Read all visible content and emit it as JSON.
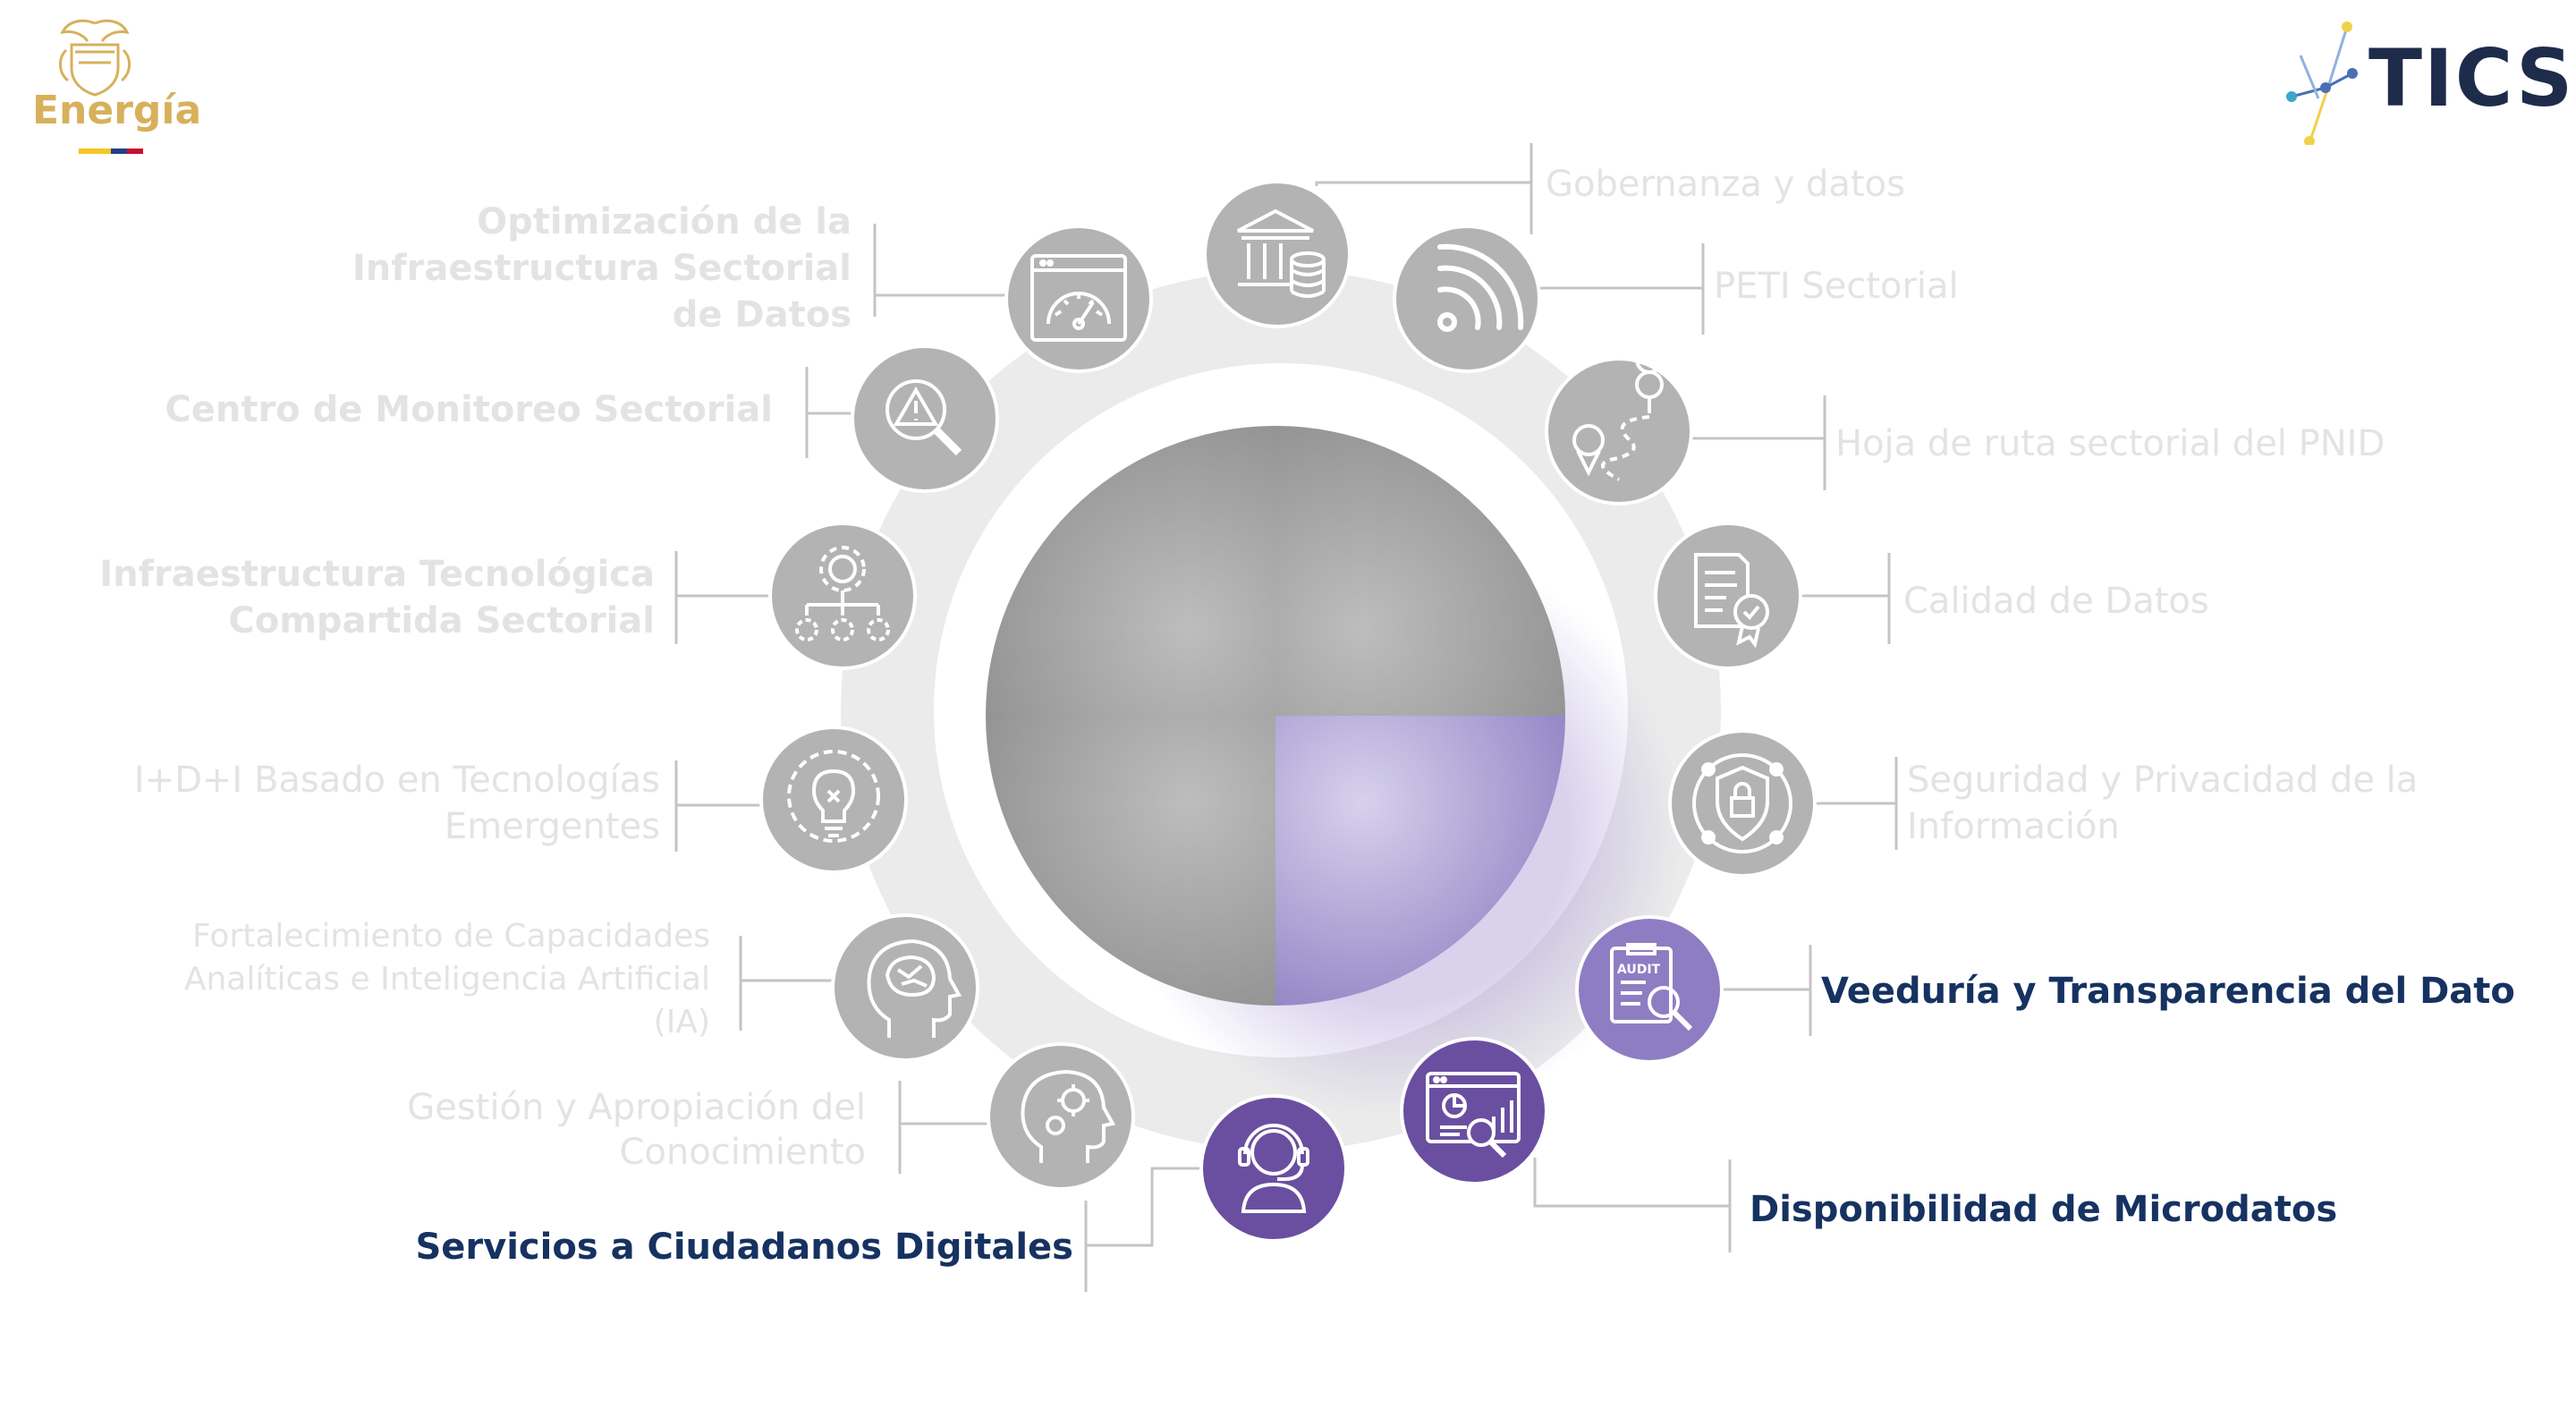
{
  "header": {
    "left_logo_text": "Energía",
    "right_logo_text": "TICS"
  },
  "labels": {
    "gobernanza": "Gobernanza y datos",
    "peti": "PETI Sectorial",
    "hoja_ruta": "Hoja de ruta sectorial del PNID",
    "calidad": "Calidad de Datos",
    "seguridad_1": "Seguridad y Privacidad de la",
    "seguridad_2": "Información",
    "veeduria": "Veeduría y Transparencia del Dato",
    "microdatos": "Disponibilidad de Microdatos",
    "servicios": "Servicios a Ciudadanos Digitales",
    "gestion_1": "Gestión y Apropiación del",
    "gestion_2": "Conocimiento",
    "fortalecimiento_1": "Fortalecimiento de Capacidades",
    "fortalecimiento_2": "Analíticas e Inteligencia Artificial",
    "fortalecimiento_3": "(IA)",
    "idi_1": "I+D+I Basado en Tecnologías",
    "idi_2": "Emergentes",
    "infra_1": "Infraestructura Tecnológica",
    "infra_2": "Compartida Sectorial",
    "monitoreo": "Centro de Monitoreo Sectorial",
    "optim_1": "Optimización de la",
    "optim_2": "Infraestructura Sectorial",
    "optim_3": "de Datos",
    "audit_icon_text": "AUDIT"
  },
  "colors": {
    "ring": "#ebebeb",
    "node_gray": "#b3b3b3",
    "node_purple_light": "#8e7dc3",
    "node_purple": "#6a4fa0",
    "quadrant_active": "#9b8fcc",
    "label_inactive": "#e3e3e3",
    "label_active": "#163261",
    "energia_gold": "#d8b05c",
    "tics_navy": "#1e2b4b"
  },
  "icons": [
    "bank-database-icon",
    "wifi-signal-icon",
    "map-route-icon",
    "certificate-icon",
    "shield-lock-icon",
    "audit-search-icon",
    "analytics-search-icon",
    "headset-user-icon",
    "head-gears-icon",
    "brain-head-icon",
    "lightbulb-gear-icon",
    "network-gears-icon",
    "alert-search-icon",
    "speedometer-window-icon"
  ]
}
